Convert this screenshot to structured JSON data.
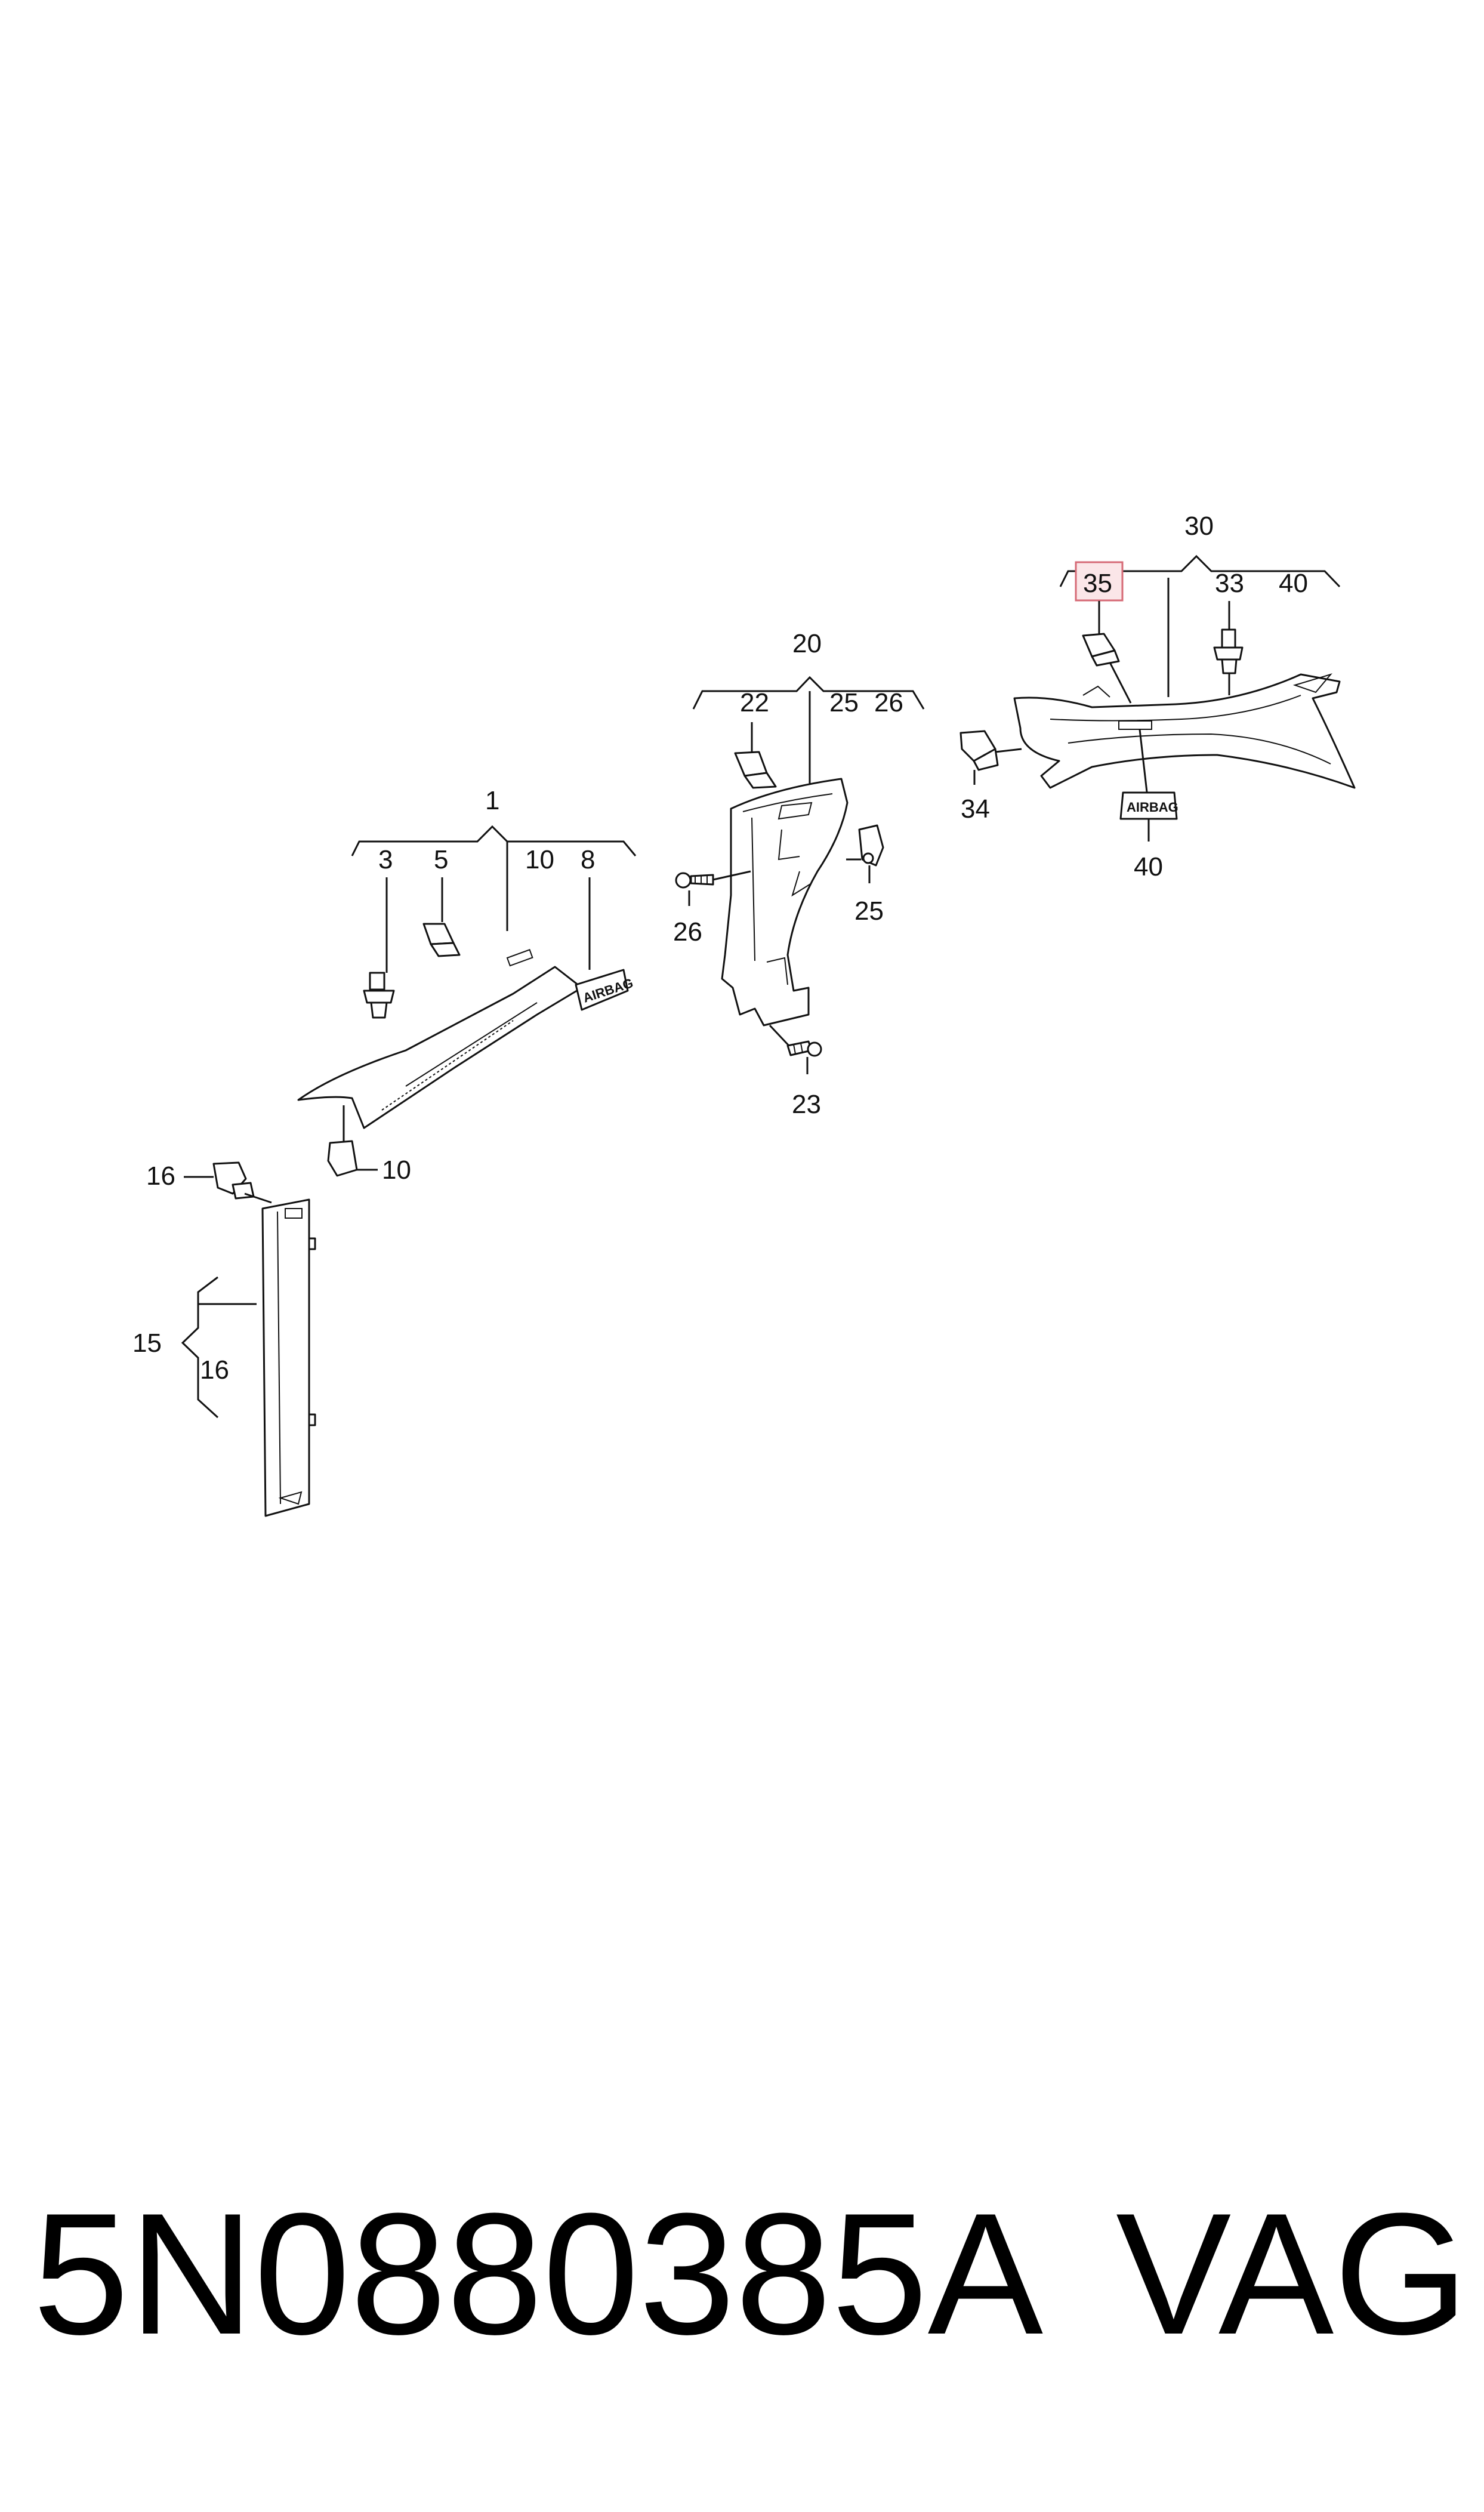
{
  "groups": {
    "a_pillar": {
      "main": "1",
      "subs": [
        "3",
        "5",
        "10",
        "8"
      ],
      "clip_bottom": "10"
    },
    "b_pillar": {
      "main": "20",
      "subs": [
        "22",
        "25",
        "26"
      ],
      "screw_left": "26",
      "clip_right": "25",
      "screw_bottom": "23"
    },
    "c_pillar": {
      "main": "30",
      "sub_highlight": "35",
      "subs": [
        "33",
        "40"
      ],
      "clip_left": "34",
      "badge_label": "40"
    }
  },
  "lower_trim": {
    "clip": "16",
    "bracket_outer": "15",
    "bracket_inner": "16"
  },
  "airbag_text": "AIRBAG",
  "footer": {
    "part_number": "5N0880385A",
    "brand": "VAG"
  },
  "colors": {
    "highlight_fill": "#fbe6e8",
    "highlight_stroke": "#d66a76",
    "line": "#111111"
  }
}
